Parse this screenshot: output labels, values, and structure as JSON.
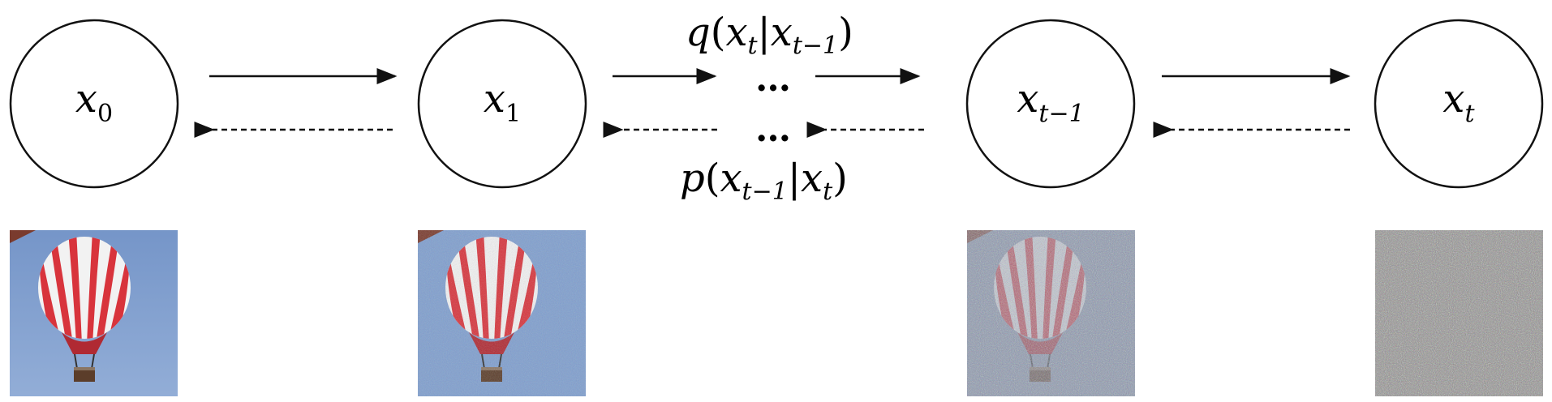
{
  "nodes": [
    {
      "base": "x",
      "sub": "0"
    },
    {
      "base": "x",
      "sub": "1"
    },
    {
      "base": "x",
      "sub": "t−1"
    },
    {
      "base": "x",
      "sub": "t"
    }
  ],
  "ellipsis": "…",
  "forward_label": {
    "fn": "q",
    "open": "(",
    "var1": "x",
    "sub1": "t",
    "bar": "|",
    "var2": "x",
    "sub2": "t−1",
    "close": ")"
  },
  "reverse_label": {
    "fn": "p",
    "open": "(",
    "var1": "x",
    "sub1": "t−1",
    "bar": "|",
    "var2": "x",
    "sub2": "t",
    "close": ")"
  },
  "images": [
    {
      "noise": 0.0
    },
    {
      "noise": 0.3
    },
    {
      "noise": 0.75
    },
    {
      "noise": 1.0
    }
  ],
  "colors": {
    "sky": "#7f9fcf",
    "balloon_red": "#d8343c",
    "balloon_white": "#f2f2f2",
    "basket": "#5b3d2a",
    "noise_base": "#8d8c8a",
    "stroke": "#111111"
  }
}
